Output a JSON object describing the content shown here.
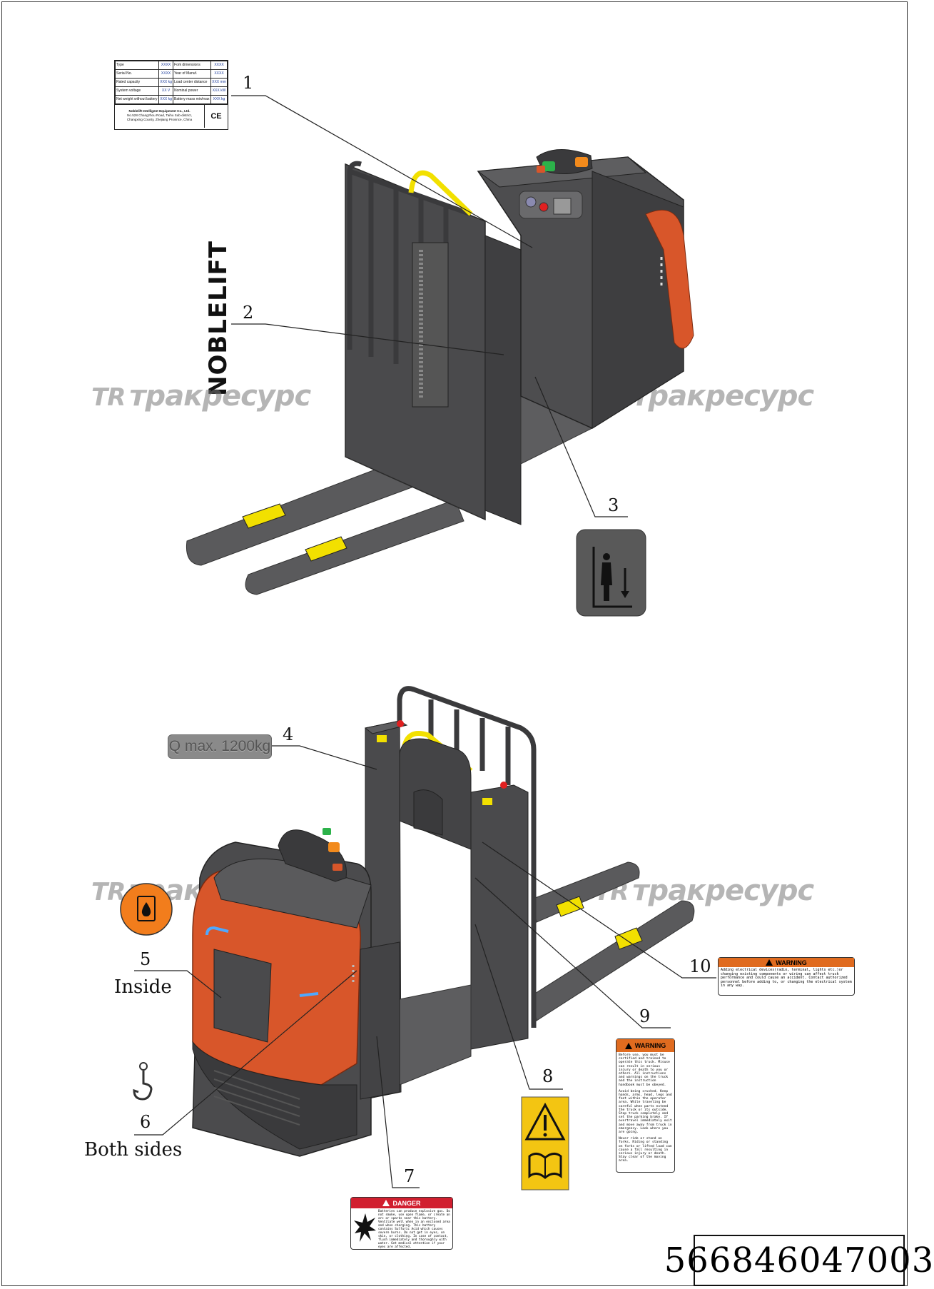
{
  "nameplate": {
    "rows": [
      [
        "Type",
        "XXXX",
        "Fork dimensions",
        "XXXX"
      ],
      [
        "Serial No.",
        "XXXX",
        "Year of Manuf.",
        "XXXX"
      ],
      [
        "Rated capacity",
        "XXX kg",
        "Load center distance",
        "XXX mm"
      ],
      [
        "System voltage",
        "XX V",
        "Nominal power",
        "XXX kW"
      ],
      [
        "Net weight without battery",
        "XXX kg",
        "Battery mass min/max",
        "XXX kg"
      ]
    ],
    "company": "Noblelift Intelligent Equipment Co., Ltd.",
    "address_line1": "No.528 Changzhou Road, Taihu Sub-district,",
    "address_line2": "Changxing County, Zhejiang Province, China",
    "ce_mark": "CE"
  },
  "brand": "NOBLELIFT",
  "watermark_text": "тракресурс",
  "watermark_logo": "TR",
  "callouts": {
    "c1": "1",
    "c2": "2",
    "c3": "3",
    "c4": "4",
    "c5": "5",
    "c6": "6",
    "c7": "7",
    "c8": "8",
    "c9": "9",
    "c10": "10"
  },
  "notes": {
    "inside": "Inside",
    "both_sides": "Both sides"
  },
  "capacity_label": "Q max. 1200kg",
  "warning_10": {
    "header": "WARNING",
    "text": "Adding electrical devices(radio, terminal, lights etc.)or changing existing components or wiring can affect truck performance and could cause an accident. Contact authorized personnel before adding to, or changing the electrical system in any way."
  },
  "warning_9": {
    "header": "WARNING",
    "text_1": "Before use, you must be certified and trained to operate this truck. Misuse can result in serious injury or death to you or others. All instructions and warnings on the truck and the instruction handbook must be obeyed.",
    "text_2": "Avoid being crushed. Keep hands, arms, head, legs and feet within the operator area. While traveling be careful when parts extend the truck or its outside. Stop truck completely and set the parking brake. If overtravel immediately exit and move away from truck in emergency. Look where you are going.",
    "text_3": "Never ride or stand on forks. Riding or standing on forks or lifted load can cause a fall resulting in serious injury or death. Stay clear of the moving area."
  },
  "notice_7": {
    "header": "DANGER",
    "text": "Batteries can produce explosive gas. Do not smoke, use open flame, or create an arc or sparks near this battery. Ventilate well when in an enclosed area and when charging. This battery contains Sulfuric Acid which causes severe burns. Do not get in eyes, on skin, or clothing. In case of contact, flush immediately and thoroughly with water. Get medical attention if your eyes are affected."
  },
  "drawing_number": "566846047003",
  "colors": {
    "body_dark": "#4a4a4c",
    "body_mid": "#5a5a5c",
    "orange": "#d8562a",
    "yellow": "#f2e000",
    "warning_orange": "#e06b1f",
    "danger_red": "#d11f2f",
    "pictogram_gray": "#595959",
    "caution_yellow": "#f3c512",
    "fuel_orange": "#f27d1c"
  },
  "icons": {
    "label_3": "operator-lift-pictogram-icon",
    "label_8": "warning-read-manual-icon",
    "label_5": "fuel-drop-icon",
    "label_6": "lifting-hook-icon"
  }
}
